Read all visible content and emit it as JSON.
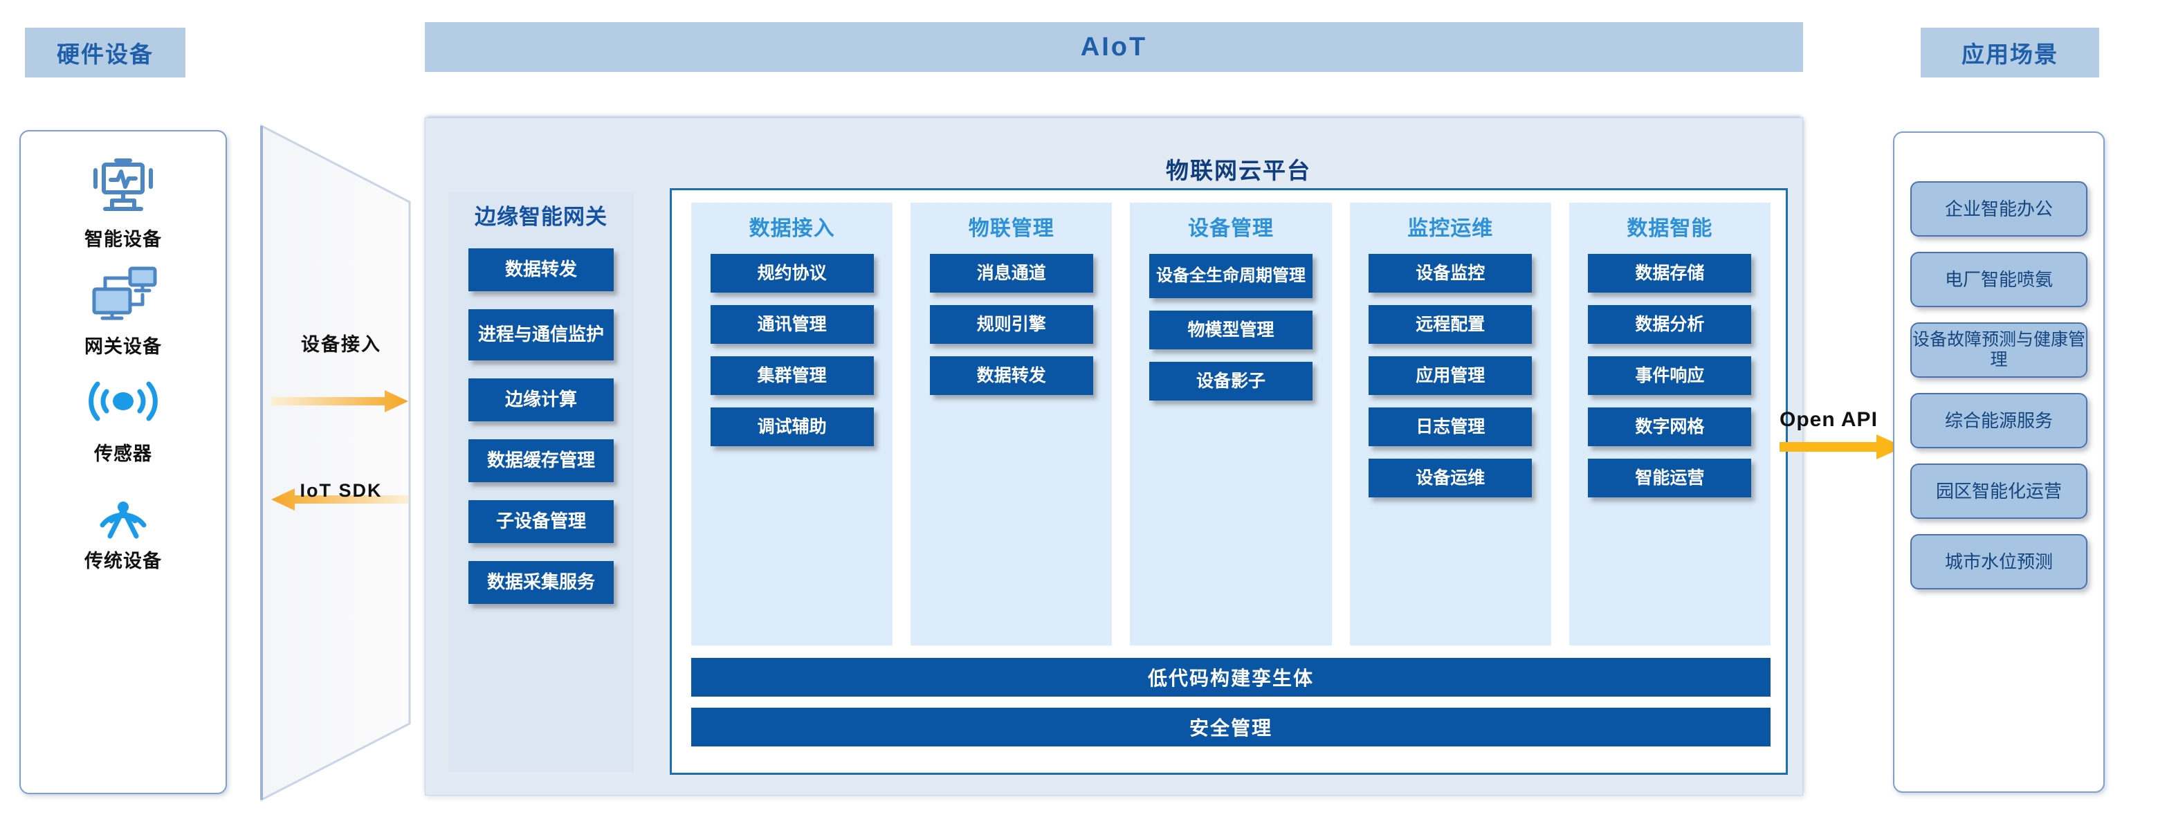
{
  "headers": {
    "hardware": "硬件设备",
    "aiot": "AIoT",
    "application": "应用场景"
  },
  "hardware_panel": {
    "items": [
      {
        "icon": "monitor-waveform-icon",
        "label": "智能设备"
      },
      {
        "icon": "network-devices-icon",
        "label": "网关设备"
      },
      {
        "icon": "sensor-signal-icon",
        "label": "传感器"
      },
      {
        "icon": "antenna-tower-icon",
        "label": "传统设备"
      }
    ]
  },
  "funnel": {
    "top_label": "设备接入",
    "bottom_label": "IoT SDK",
    "arrow_color": "#f5a623"
  },
  "cloud": {
    "title": "物联网云平台"
  },
  "edge_gateway": {
    "title": "边缘智能网关",
    "items": [
      "数据转发",
      "进程与通信监护",
      "边缘计算",
      "数据缓存管理",
      "子设备管理",
      "数据采集服务"
    ]
  },
  "pillars": [
    {
      "title": "数据接入",
      "items": [
        "规约协议",
        "通讯管理",
        "集群管理",
        "调试辅助"
      ]
    },
    {
      "title": "物联管理",
      "items": [
        "消息通道",
        "规则引擎",
        "数据转发"
      ]
    },
    {
      "title": "设备管理",
      "items": [
        "设备全生命周期管理",
        "物模型管理",
        "设备影子"
      ]
    },
    {
      "title": "监控运维",
      "items": [
        "设备监控",
        "远程配置",
        "应用管理",
        "日志管理",
        "设备运维"
      ]
    },
    {
      "title": "数据智能",
      "items": [
        "数据存储",
        "数据分析",
        "事件响应",
        "数字网格",
        "智能运营"
      ]
    }
  ],
  "foundation_bars": [
    "低代码构建孪生体",
    "安全管理"
  ],
  "open_api": {
    "label": "Open API",
    "arrow_color": "#fbb718"
  },
  "scenarios": [
    "企业智能办公",
    "电厂智能喷氨",
    "设备故障预测与健康管理",
    "综合能源服务",
    "园区智能化运营",
    "城市水位预测"
  ],
  "colors": {
    "chip_bg": "#b4cde4",
    "chip_text": "#1f5fa9",
    "panel_bg": "#e2eaf4",
    "pillar_bg": "#ddecfa",
    "box_blue": "#0b55a5",
    "pillar_title": "#2c91d8",
    "scenario_bg": "#a7c4e2",
    "scenario_border": "#4d72ab",
    "icon_blue": "#1b9ae8"
  }
}
